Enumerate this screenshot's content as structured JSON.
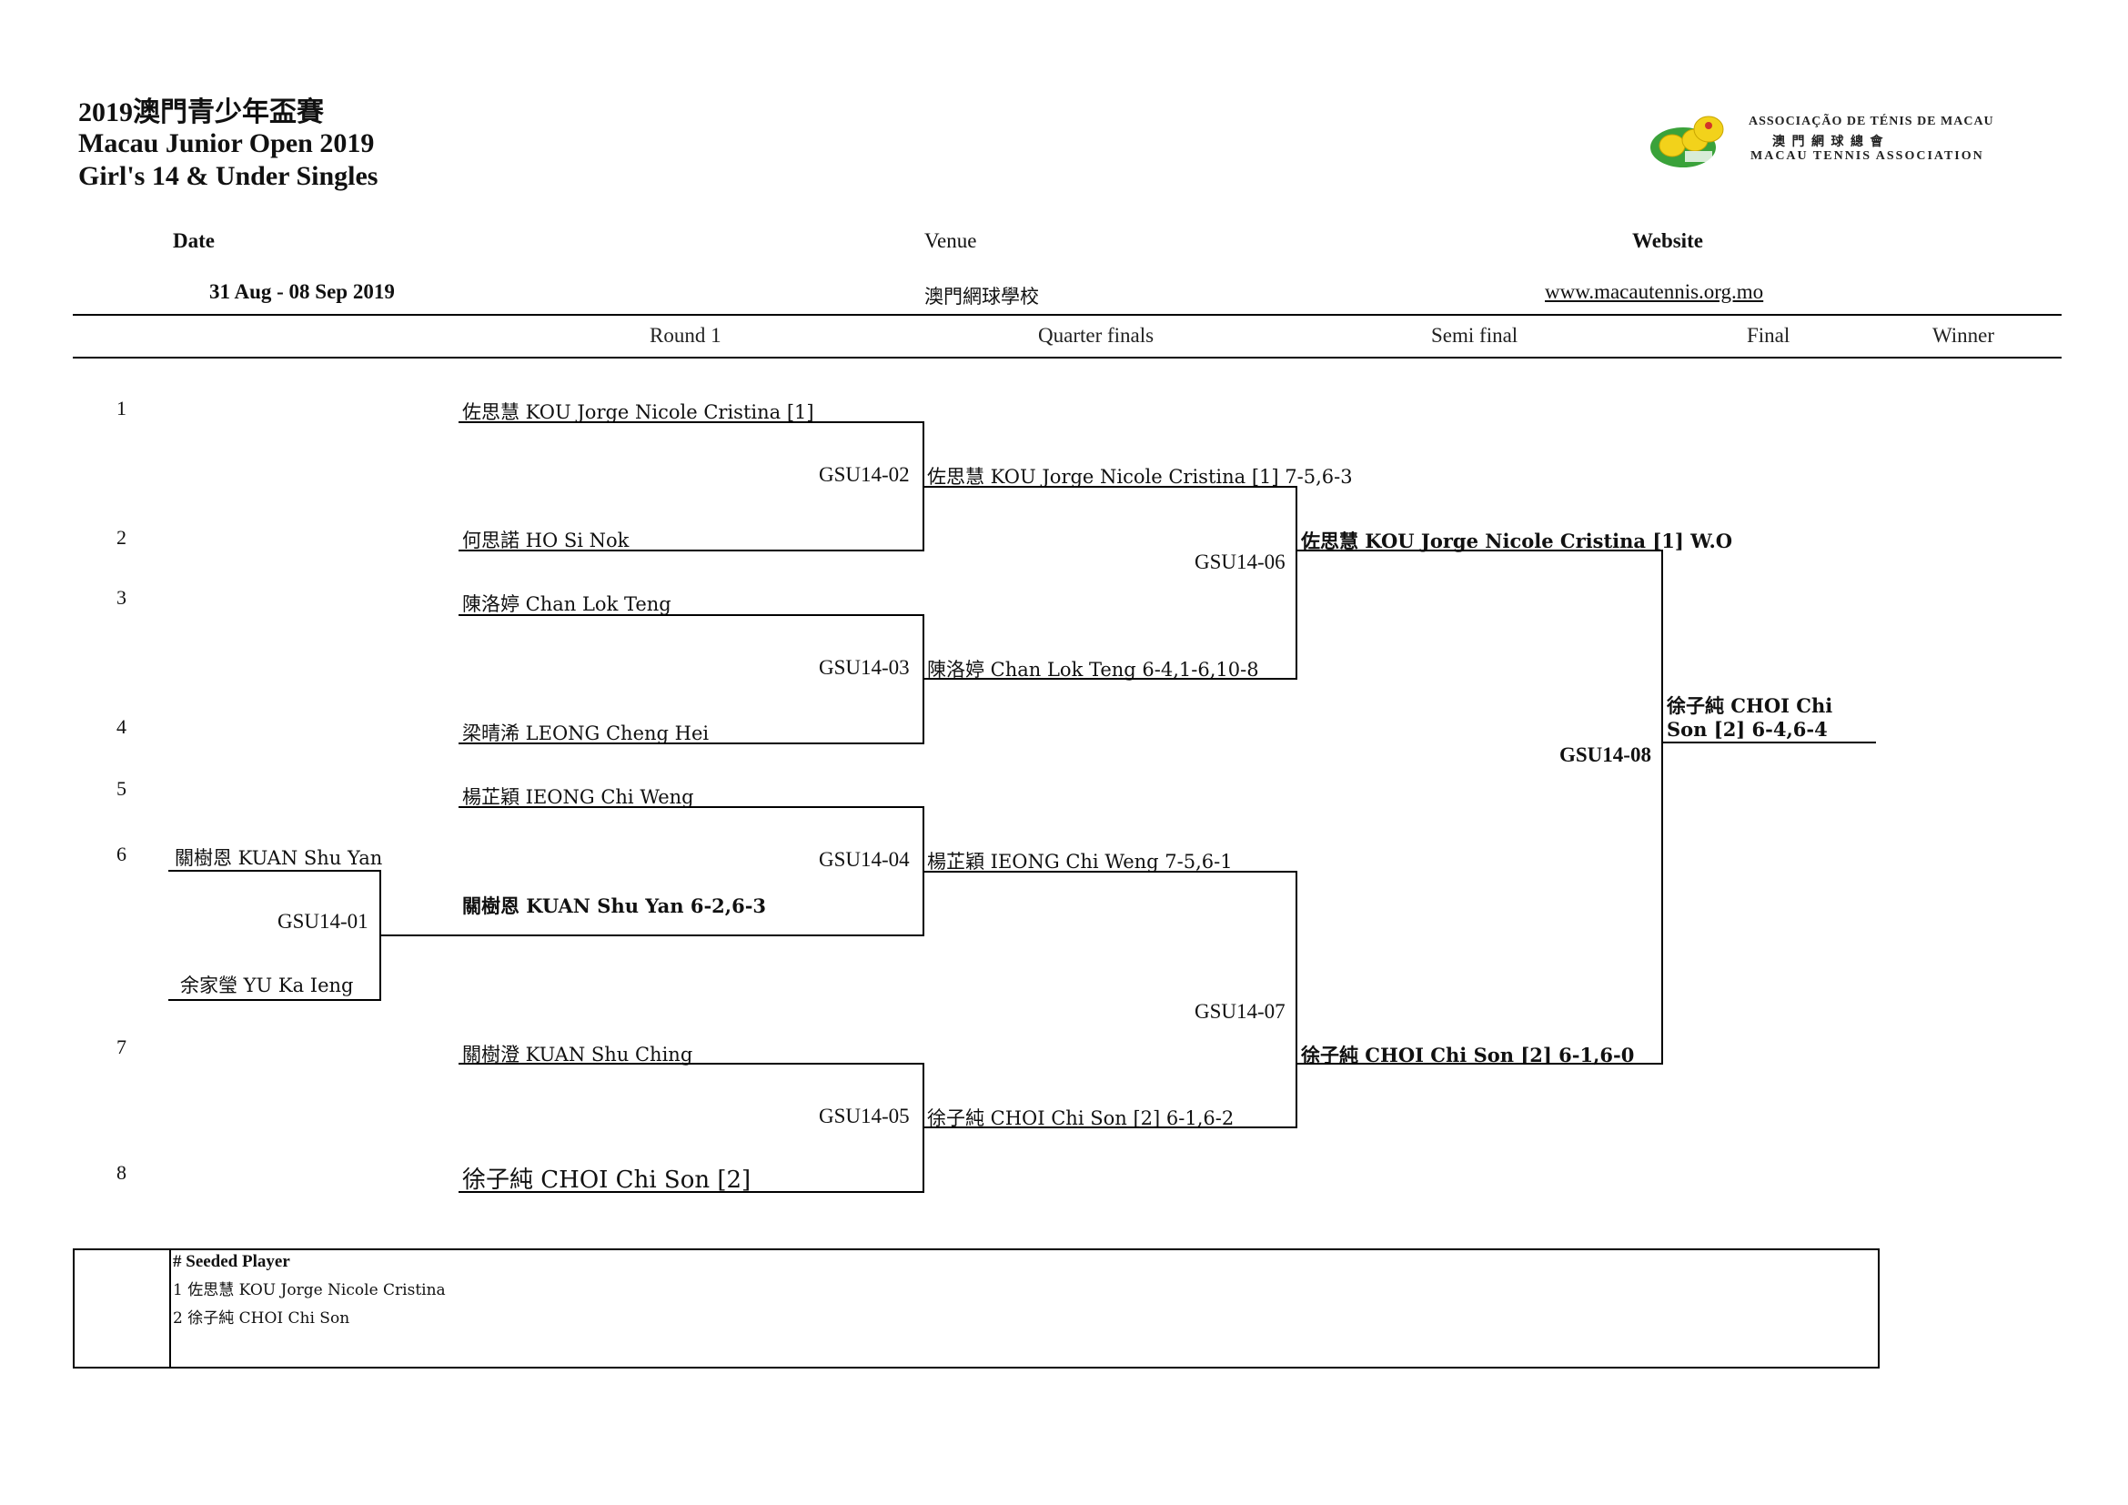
{
  "title": {
    "line1": "2019澳門青少年盃賽",
    "line2": "Macau Junior Open 2019",
    "line3": "Girl's 14 & Under Singles"
  },
  "logo": {
    "line1": "ASSOCIAÇÃO DE TÉNIS DE MACAU",
    "line2": "澳  門  網  球  總  會",
    "line3": "MACAU  TENNIS  ASSOCIATION"
  },
  "info": {
    "date_label": "Date",
    "date_value": "31 Aug - 08 Sep 2019",
    "venue_label": "Venue",
    "venue_value": "澳門網球學校",
    "website_label": "Website",
    "website_value": "www.macautennis.org.mo"
  },
  "rounds": {
    "r1": "Round 1",
    "qf": "Quarter finals",
    "sf": "Semi final",
    "f": "Final",
    "w": "Winner"
  },
  "draw_numbers": [
    "1",
    "2",
    "3",
    "4",
    "5",
    "6",
    "7",
    "8"
  ],
  "round1": {
    "p1": "佐思慧 KOU Jorge Nicole Cristina [1]",
    "p2": "何思諾 HO Si Nok",
    "p3": "陳洛婷 Chan Lok Teng",
    "p4": "梁晴浠 LEONG Cheng Hei",
    "p5": "楊芷穎 IEONG Chi Weng",
    "p6": "關樹恩 KUAN Shu Yan 6-2,6-3",
    "p7": "關樹澄 KUAN Shu Ching",
    "p8": "徐子純  CHOI Chi Son [2]"
  },
  "prelim": {
    "top": "關樹恩 KUAN Shu Yan",
    "bottom": "余家瑩 YU Ka Ieng",
    "code": "GSU14-01"
  },
  "qf": {
    "code1": "GSU14-02",
    "res1": "佐思慧 KOU Jorge Nicole Cristina [1]  7-5,6-3",
    "code2": "GSU14-03",
    "res2": "陳洛婷 Chan Lok Teng 6-4,1-6,10-8",
    "code3": "GSU14-04",
    "res3": "楊芷穎 IEONG Chi Weng 7-5,6-1",
    "code4": "GSU14-05",
    "res4": "徐子純 CHOI Chi Son [2] 6-1,6-2"
  },
  "sf": {
    "code1": "GSU14-06",
    "res1": "佐思慧 KOU Jorge Nicole Cristina [1] W.O",
    "code2": "GSU14-07",
    "res2": "徐子純 CHOI Chi Son [2] 6-1,6-0"
  },
  "final": {
    "code": "GSU14-08",
    "res_line1": "徐子純 CHOI Chi",
    "res_line2": "Son [2] 6-4,6-4"
  },
  "seeds": {
    "header": "# Seeded Player",
    "s1": "1 佐思慧 KOU Jorge Nicole Cristina",
    "s2": "2 徐子純 CHOI Chi Son"
  },
  "colors": {
    "logo_green": "#3aa23a",
    "logo_yellow": "#f2d21b",
    "logo_red": "#d2352a"
  }
}
